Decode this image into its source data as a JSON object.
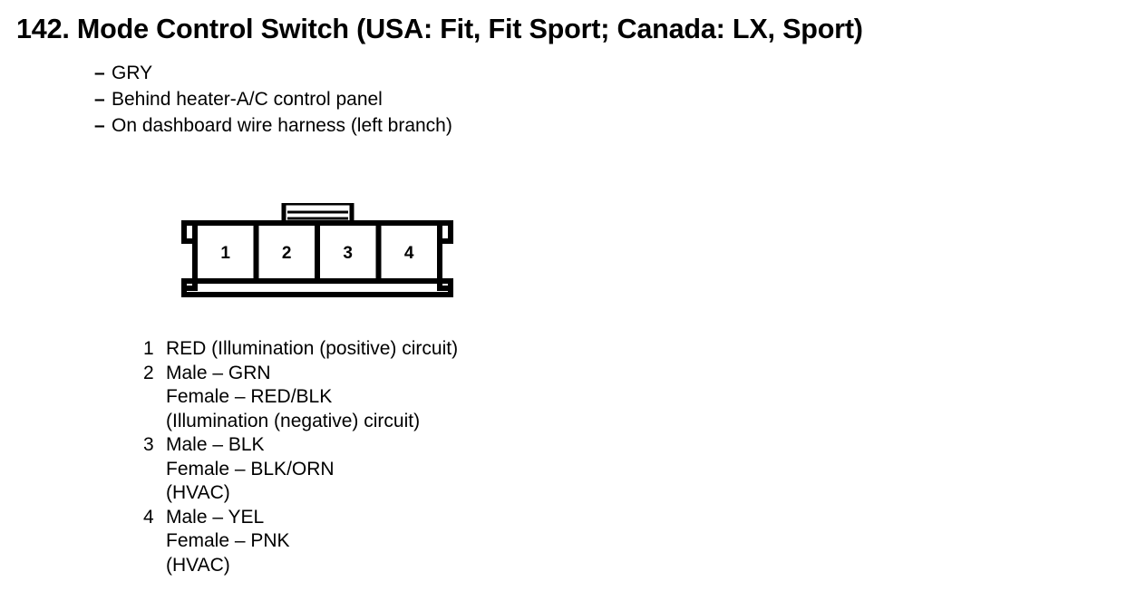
{
  "page": {
    "title": "142. Mode Control Switch (USA: Fit, Fit Sport; Canada: LX, Sport)",
    "bullet_marker": "–",
    "bullets": [
      "GRY",
      "Behind heater-A/C control panel",
      "On dashboard wire harness (left branch)"
    ]
  },
  "connector": {
    "name": "4-pin-connector-diagram",
    "pin_count": 4,
    "pin_labels": [
      "1",
      "2",
      "3",
      "4"
    ],
    "line_color": "#000000",
    "fill_color": "#ffffff"
  },
  "pin_list": [
    {
      "index": "1",
      "head": "RED (Illumination (positive) circuit)",
      "sub": []
    },
    {
      "index": "2",
      "head": "Male – GRN",
      "sub": [
        "Female – RED/BLK",
        "(Illumination (negative) circuit)"
      ]
    },
    {
      "index": "3",
      "head": "Male – BLK",
      "sub": [
        "Female – BLK/ORN",
        "(HVAC)"
      ]
    },
    {
      "index": "4",
      "head": "Male – YEL",
      "sub": [
        "Female – PNK",
        "(HVAC)"
      ]
    }
  ]
}
